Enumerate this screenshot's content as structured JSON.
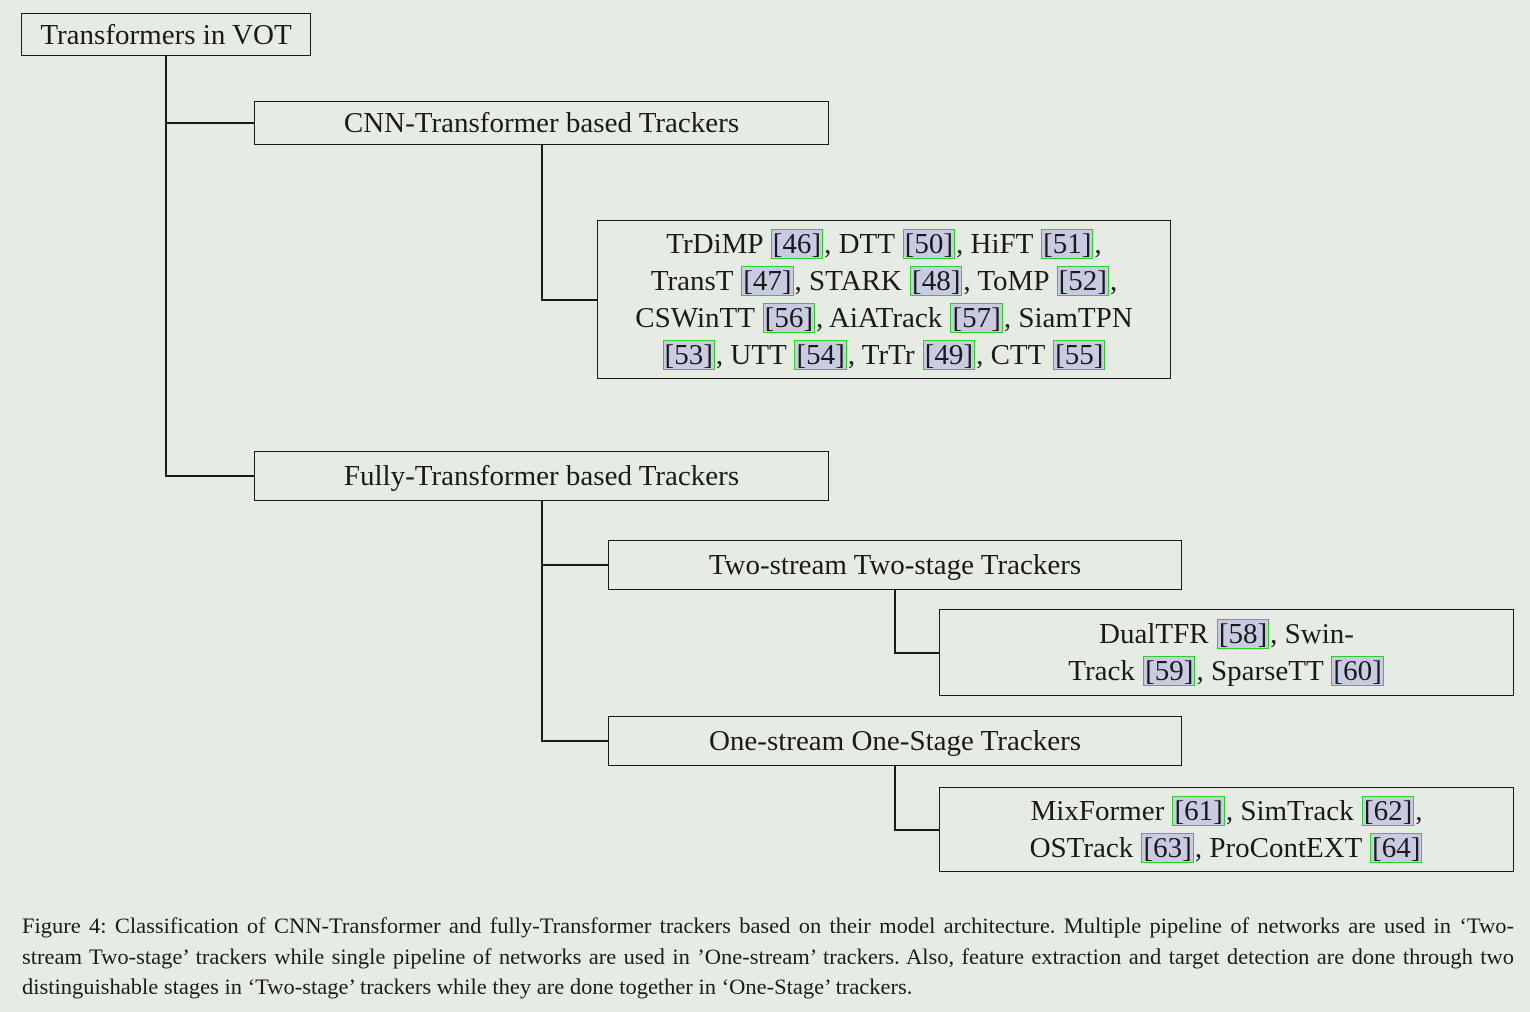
{
  "root": {
    "label": "Transformers in VOT"
  },
  "cnn_branch": {
    "label": "CNN-Transformer based Trackers",
    "trackers": [
      [
        {
          "name": "TrDiMP",
          "ref": "46",
          "sep": ","
        },
        {
          "name": "DTT",
          "ref": "50",
          "sep": ","
        },
        {
          "name": "HiFT",
          "ref": "51",
          "sep": ","
        }
      ],
      [
        {
          "name": "TransT",
          "ref": "47",
          "sep": ","
        },
        {
          "name": "STARK",
          "ref": "48",
          "sep": ","
        },
        {
          "name": "ToMP",
          "ref": "52",
          "sep": ","
        }
      ],
      [
        {
          "name": "CSWinTT",
          "ref": "56",
          "sep": ","
        },
        {
          "name": "AiATrack",
          "ref": "57",
          "sep": ","
        },
        {
          "name": "SiamTPN",
          "ref": "",
          "sep": ""
        }
      ],
      [
        {
          "name": "",
          "ref": "53",
          "sep": ","
        },
        {
          "name": "UTT",
          "ref": "54",
          "sep": ","
        },
        {
          "name": "TrTr",
          "ref": "49",
          "sep": ","
        },
        {
          "name": "CTT",
          "ref": "55",
          "sep": ""
        }
      ]
    ]
  },
  "fully_branch": {
    "label": "Fully-Transformer based Trackers",
    "two_stream": {
      "label": "Two-stream Two-stage Trackers",
      "trackers": [
        [
          {
            "name": "DualTFR",
            "ref": "58",
            "sep": ","
          },
          {
            "name": "Swin-",
            "ref": "",
            "sep": ""
          }
        ],
        [
          {
            "name": "Track",
            "ref": "59",
            "sep": ","
          },
          {
            "name": "SparseTT",
            "ref": "60",
            "sep": ""
          }
        ]
      ]
    },
    "one_stream": {
      "label": "One-stream One-Stage Trackers",
      "trackers": [
        [
          {
            "name": "MixFormer",
            "ref": "61",
            "sep": ","
          },
          {
            "name": "SimTrack",
            "ref": "62",
            "sep": ","
          }
        ],
        [
          {
            "name": "OSTrack",
            "ref": "63",
            "sep": ","
          },
          {
            "name": "ProContEXT",
            "ref": "64",
            "sep": ""
          }
        ]
      ]
    }
  },
  "caption": "Figure 4: Classification of CNN-Transformer and fully-Transformer trackers based on their model architecture. Multiple pipeline of networks are used in ‘Two-stream Two-stage’ trackers while single pipeline of networks are used in ’One-stream’ trackers. Also, feature extraction and target detection are done through two distinguishable stages in ‘Two-stage’ trackers while they are done together in ‘One-Stage’ trackers."
}
